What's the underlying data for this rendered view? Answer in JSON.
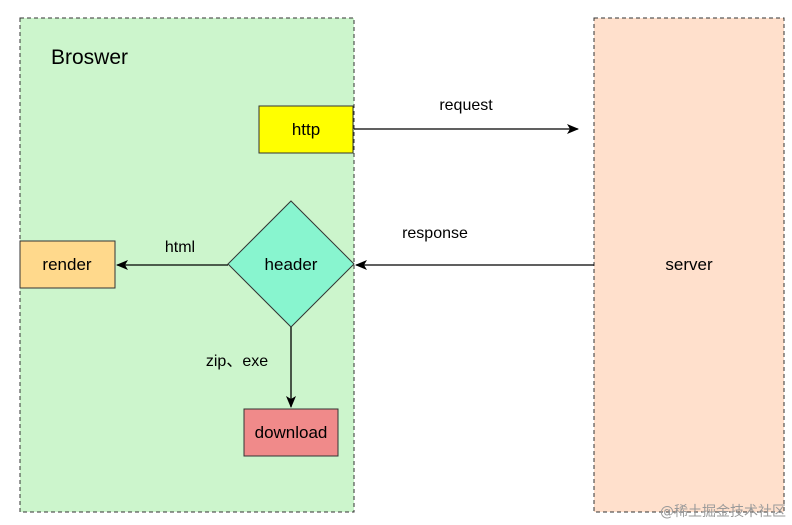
{
  "containers": {
    "browser": {
      "title": "Broswer",
      "fill": "#ccf5cc"
    },
    "server": {
      "label": "server",
      "fill": "#ffe0cc"
    }
  },
  "nodes": {
    "http": {
      "label": "http",
      "fill": "#ffff00"
    },
    "header": {
      "label": "header",
      "fill": "#88f5cf"
    },
    "render": {
      "label": "render",
      "fill": "#ffd98c"
    },
    "download": {
      "label": "download",
      "fill": "#f08a8a"
    }
  },
  "edges": {
    "request": {
      "label": "request"
    },
    "response": {
      "label": "response"
    },
    "html": {
      "label": "html"
    },
    "zip_exe": {
      "label": "zip、exe"
    }
  },
  "watermark": {
    "text": "@稀土掘金技术社区"
  }
}
